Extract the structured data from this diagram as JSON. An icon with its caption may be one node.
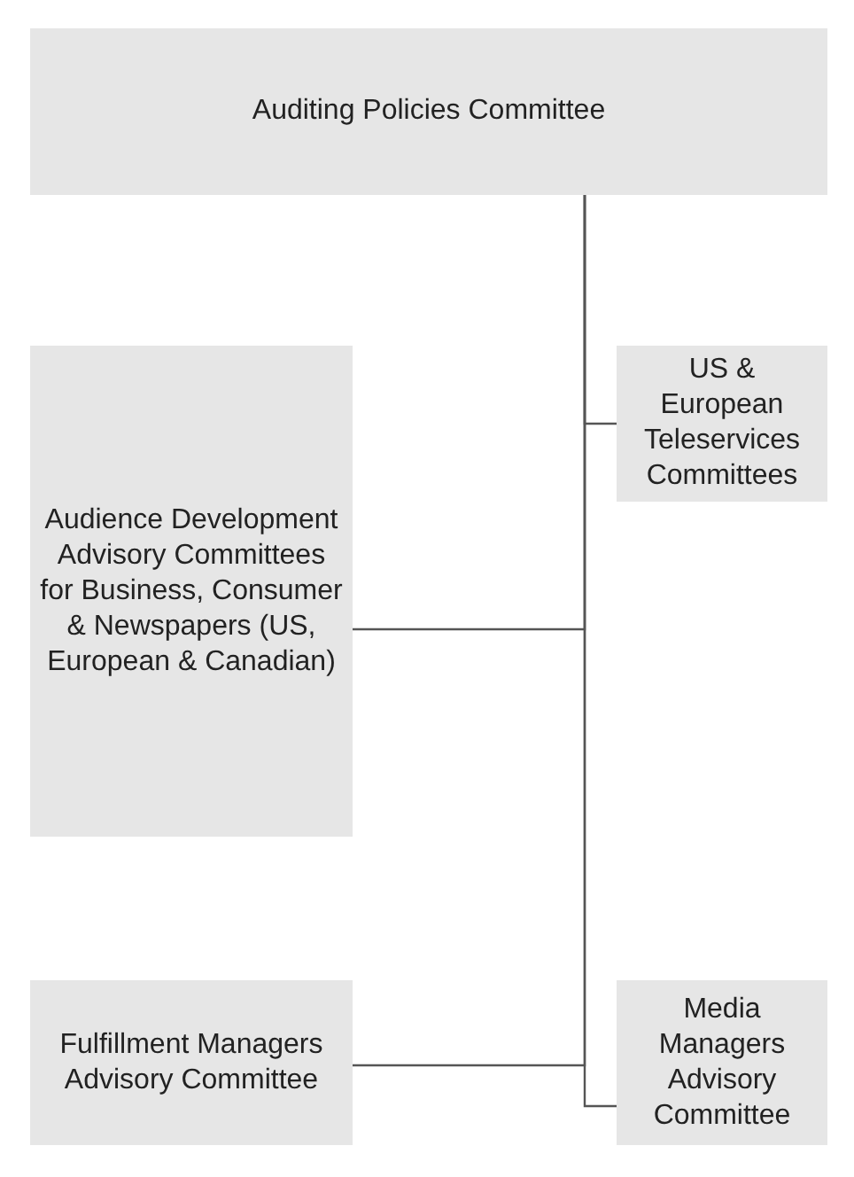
{
  "diagram": {
    "nodes": [
      {
        "text": [
          "Auditing Policies Committee"
        ]
      },
      {
        "text": [
          "US & European Teleservices Committees"
        ]
      },
      {
        "text": [
          "Audience Development Advisory Committees for Business, Consumer & Newspapers (US, European & Canadian)"
        ]
      },
      {
        "text": [
          "Fulfillment Managers Advisory Committee"
        ]
      },
      {
        "text": [
          "Media Managers Advisory Committee"
        ]
      }
    ],
    "edges": [
      {
        "from": 0,
        "to": 1,
        "arrow": "none"
      },
      {
        "from": 0,
        "to": 2,
        "arrow": "none"
      },
      {
        "from": 0,
        "to": 3,
        "arrow": "none"
      },
      {
        "from": 0,
        "to": 4,
        "arrow": "none"
      }
    ]
  }
}
